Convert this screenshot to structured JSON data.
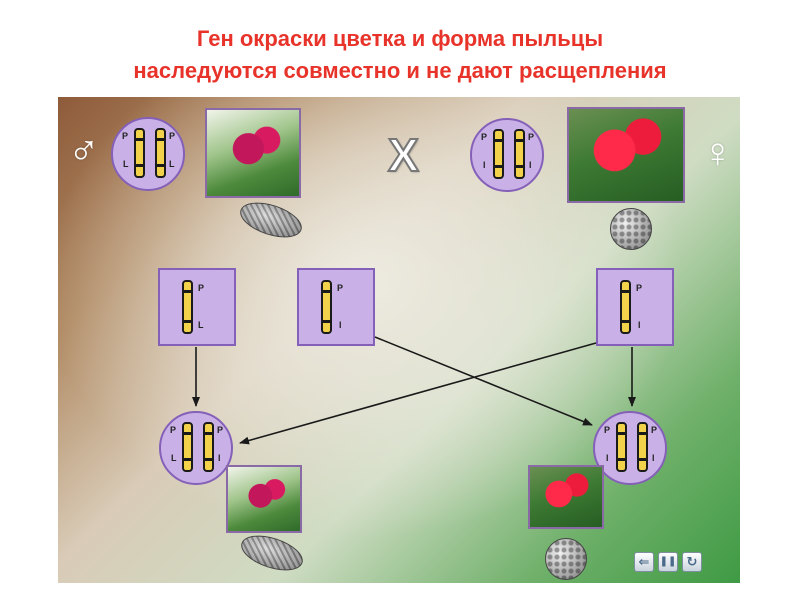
{
  "title": {
    "line1": "Ген окраски цветка и форма пыльцы",
    "line2": "наследуются совместно и не дают расщепления"
  },
  "symbols": {
    "male": "♂",
    "female": "♀",
    "cross": "X"
  },
  "parents": {
    "male": {
      "alleles": [
        "P",
        "P",
        "L",
        "L"
      ]
    },
    "female": {
      "alleles": [
        "P",
        "P",
        "l",
        "l"
      ]
    }
  },
  "gametes": [
    {
      "alleles": [
        "P",
        "L"
      ]
    },
    {
      "alleles": [
        "P",
        "l"
      ]
    },
    {
      "alleles": [
        "P",
        "l"
      ]
    }
  ],
  "offspring": [
    {
      "alleles": [
        "P",
        "P",
        "L",
        "l"
      ]
    },
    {
      "alleles": [
        "P",
        "P",
        "l",
        "l"
      ]
    }
  ],
  "controls": {
    "back": "⇐",
    "pause": "❚❚",
    "replay": "↻"
  },
  "icons": [
    "male-symbol",
    "female-symbol",
    "cross-icon",
    "back-icon",
    "pause-icon",
    "replay-icon"
  ]
}
